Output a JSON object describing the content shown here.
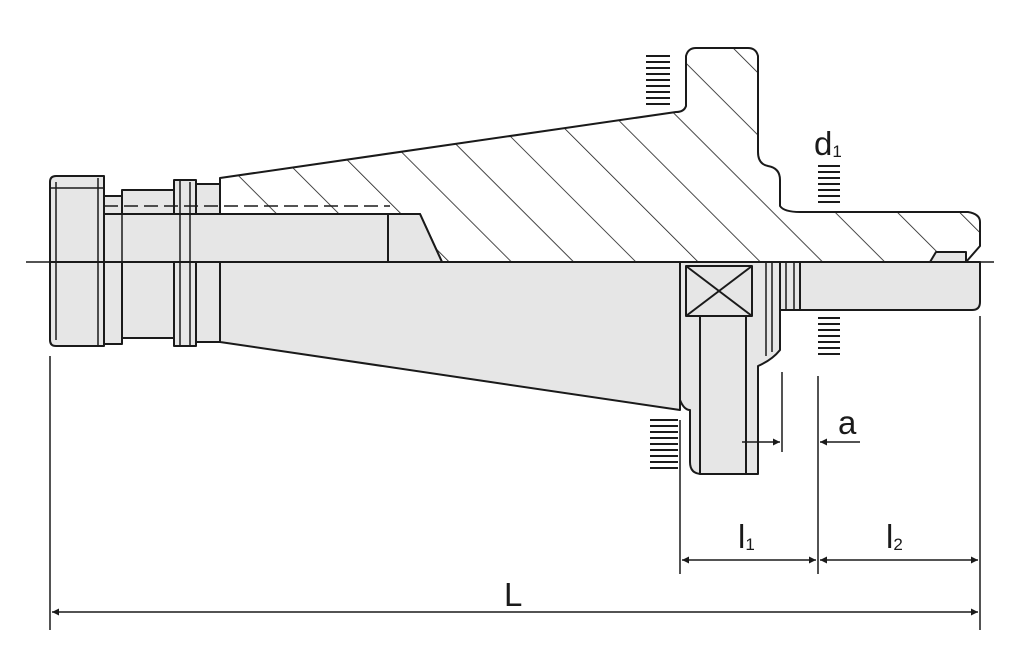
{
  "labels": {
    "d_main": "d",
    "d_sub": "1",
    "a": "a",
    "l1_main": "l",
    "l1_sub": "1",
    "l2_main": "l",
    "l2_sub": "2",
    "L": "L"
  },
  "colors": {
    "line": "#1a1a1a",
    "body_fill": "#e6e6e6",
    "background": "#ffffff"
  }
}
